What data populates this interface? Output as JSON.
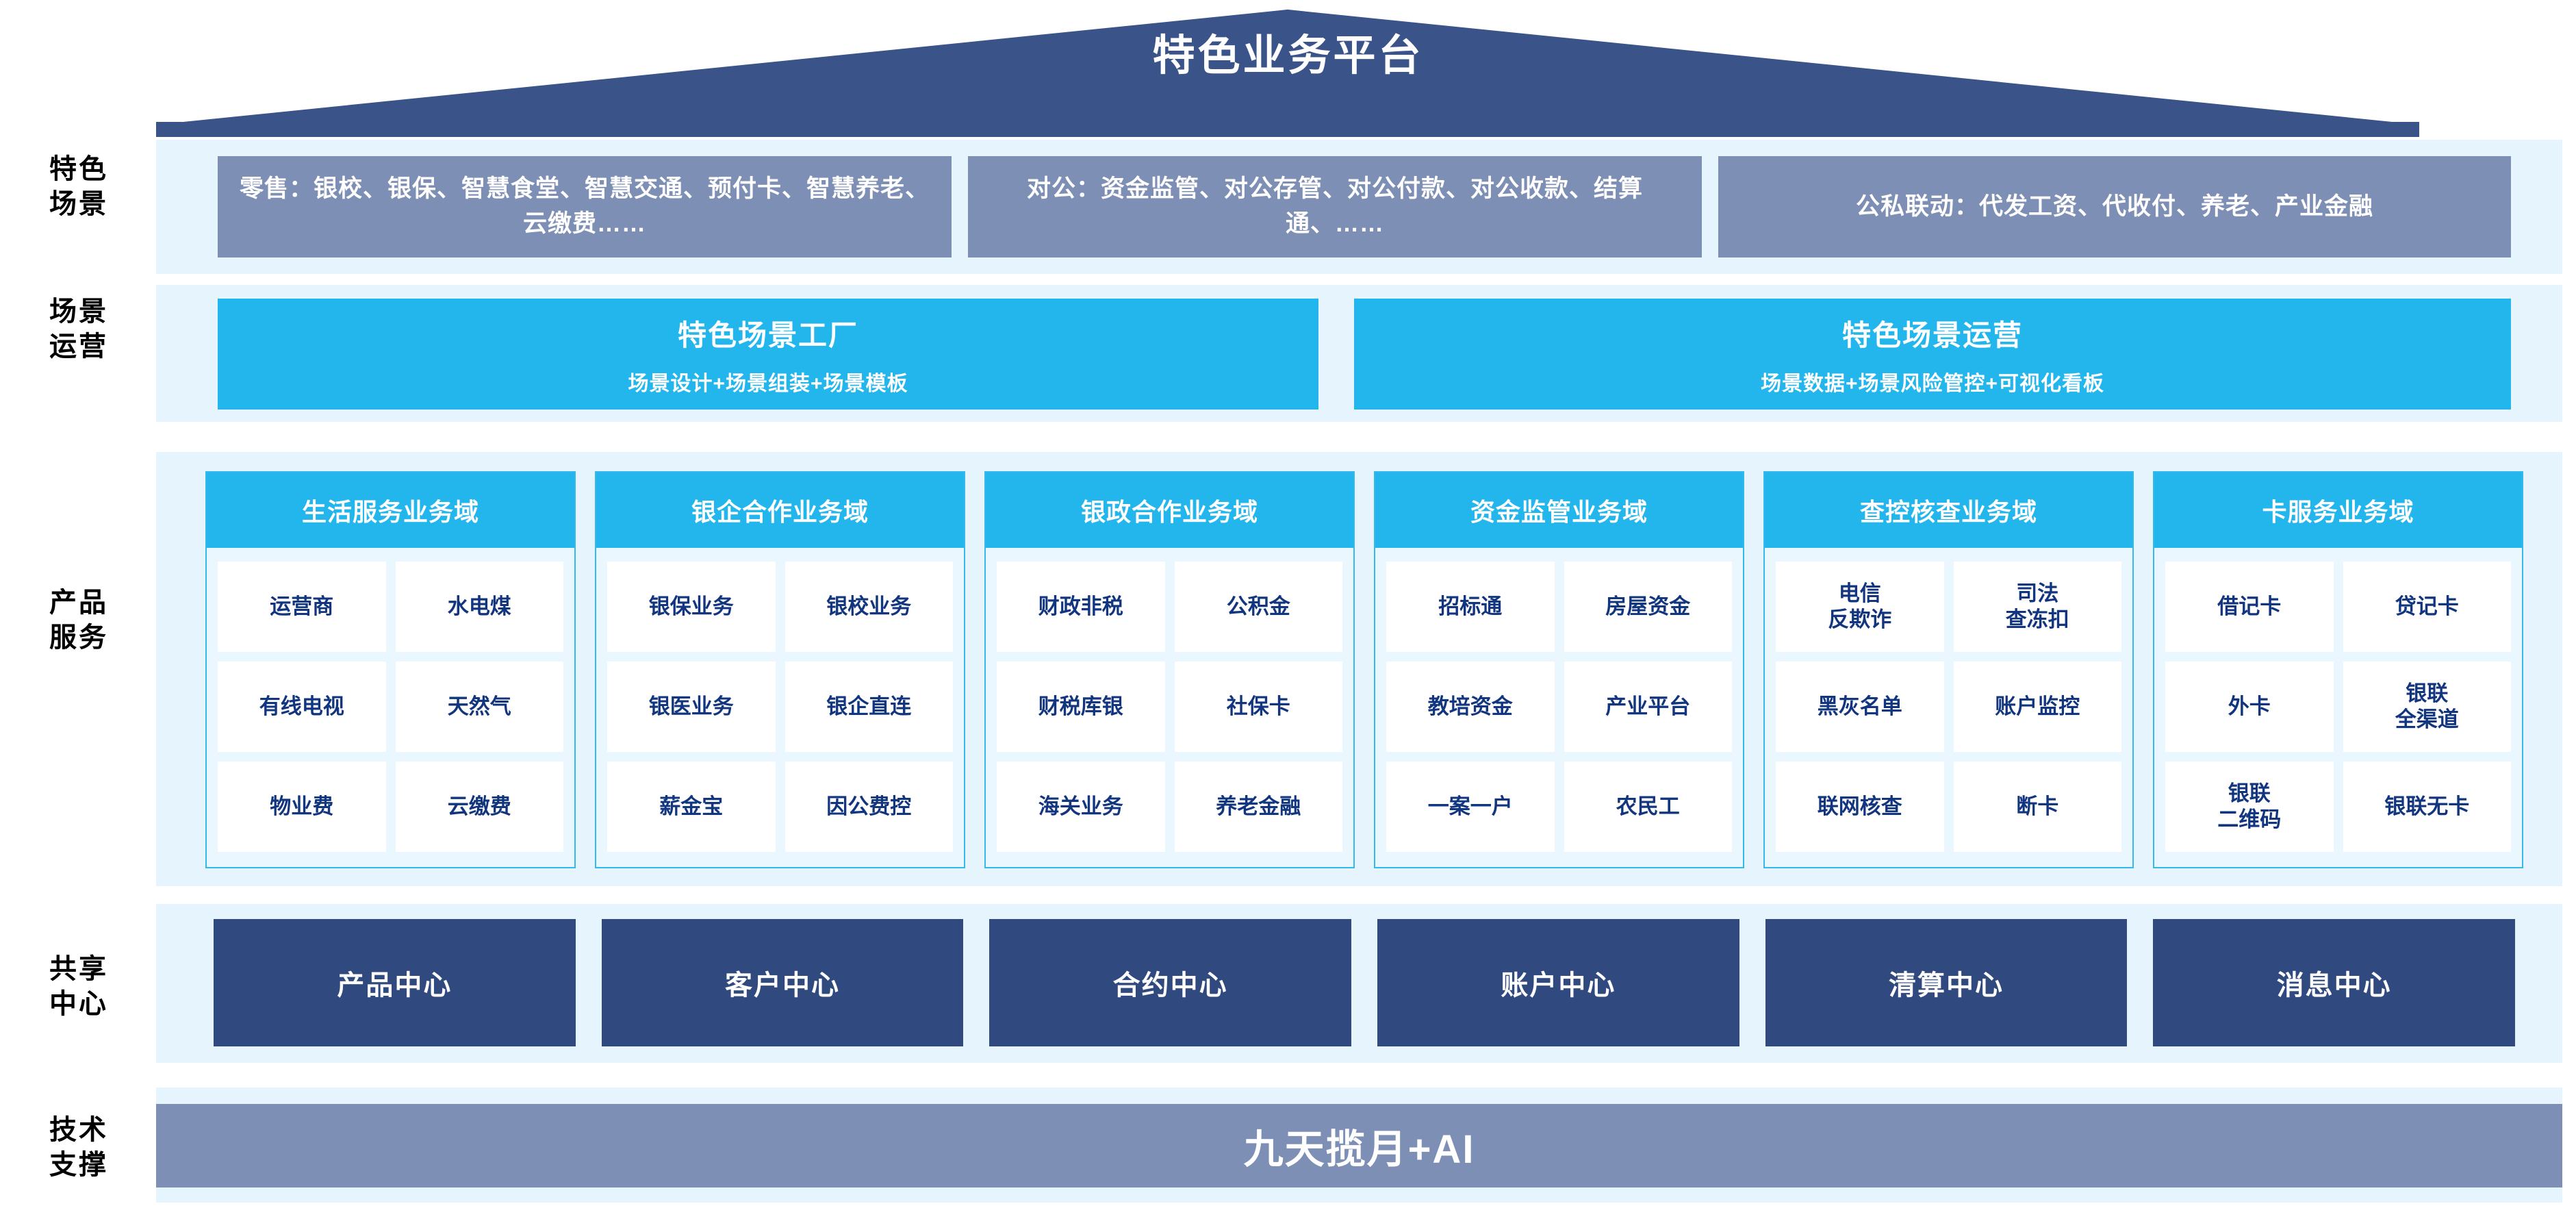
{
  "header": {
    "title": "特色业务平台",
    "banner_color": "#3A5389"
  },
  "palette": {
    "band_bg": "#E6F4FD",
    "slate": "#7E8FB5",
    "cyan": "#23B6EC",
    "navy": "#30497F",
    "cell_text": "#12357F",
    "cell_bg": "#FFFFFF"
  },
  "rows": {
    "scenario": {
      "label": "特色\n场景"
    },
    "operation": {
      "label": "场景\n运营"
    },
    "product": {
      "label": "产品\n服务"
    },
    "shared": {
      "label": "共享\n中心"
    },
    "tech": {
      "label": "技术\n支撑"
    }
  },
  "scenarios": [
    {
      "name": "retail",
      "text": "零售：银校、银保、智慧食堂、智慧交通、预付卡、智慧养老、云缴费……"
    },
    {
      "name": "corporate",
      "text": "对公：资金监管、对公存管、对公付款、对公收款、结算通、……"
    },
    {
      "name": "public-private",
      "text": "公私联动：代发工资、代收付、养老、产业金融"
    }
  ],
  "operations": [
    {
      "name": "scene-factory",
      "title": "特色场景工厂",
      "subtitle": "场景设计+场景组装+场景模板"
    },
    {
      "name": "scene-operation",
      "title": "特色场景运营",
      "subtitle": "场景数据+场景风险管控+可视化看板"
    }
  ],
  "domains": [
    {
      "name": "life-service",
      "header": "生活服务业务域",
      "cells": [
        "运营商",
        "水电煤",
        "有线电视",
        "天然气",
        "物业费",
        "云缴费"
      ]
    },
    {
      "name": "bank-enterprise",
      "header": "银企合作业务域",
      "cells": [
        "银保业务",
        "银校业务",
        "银医业务",
        "银企直连",
        "薪金宝",
        "因公费控"
      ]
    },
    {
      "name": "bank-government",
      "header": "银政合作业务域",
      "cells": [
        "财政非税",
        "公积金",
        "财税库银",
        "社保卡",
        "海关业务",
        "养老金融"
      ]
    },
    {
      "name": "fund-supervision",
      "header": "资金监管业务域",
      "cells": [
        "招标通",
        "房屋资金",
        "教培资金",
        "产业平台",
        "一案一户",
        "农民工"
      ]
    },
    {
      "name": "inquiry-verification",
      "header": "查控核查业务域",
      "cells": [
        "电信\n反欺诈",
        "司法\n查冻扣",
        "黑灰名单",
        "账户监控",
        "联网核查",
        "断卡"
      ]
    },
    {
      "name": "card-service",
      "header": "卡服务业务域",
      "cells": [
        "借记卡",
        "贷记卡",
        "外卡",
        "银联\n全渠道",
        "银联\n二维码",
        "银联无卡"
      ]
    }
  ],
  "shared_centers": [
    {
      "name": "product-center",
      "label": "产品中心"
    },
    {
      "name": "customer-center",
      "label": "客户中心"
    },
    {
      "name": "contract-center",
      "label": "合约中心"
    },
    {
      "name": "account-center",
      "label": "账户中心"
    },
    {
      "name": "clearing-center",
      "label": "清算中心"
    },
    {
      "name": "message-center",
      "label": "消息中心"
    }
  ],
  "tech_support": {
    "label": "九天揽月+AI"
  }
}
